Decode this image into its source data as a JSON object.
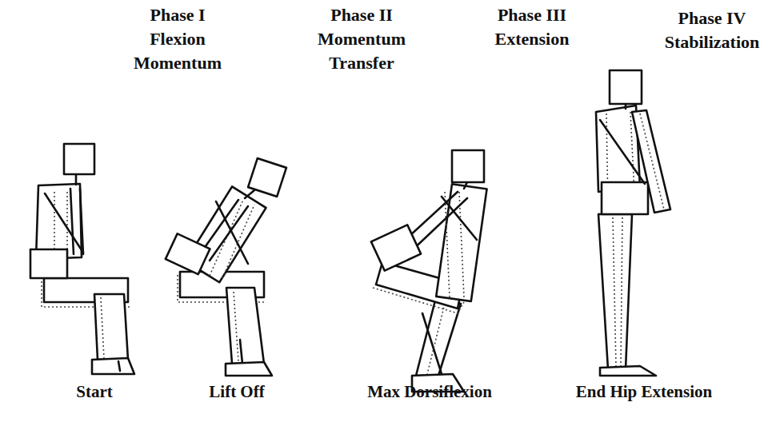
{
  "diagram": {
    "labels": [
      "Phase I Flexion Momentum",
      "Phase II Momentum Transfer",
      "Phase III Extension",
      "Phase IV Stabilization",
      "Start",
      "Lift Off",
      "Max Dorsiflexion",
      "End Hip Extension"
    ]
  }
}
